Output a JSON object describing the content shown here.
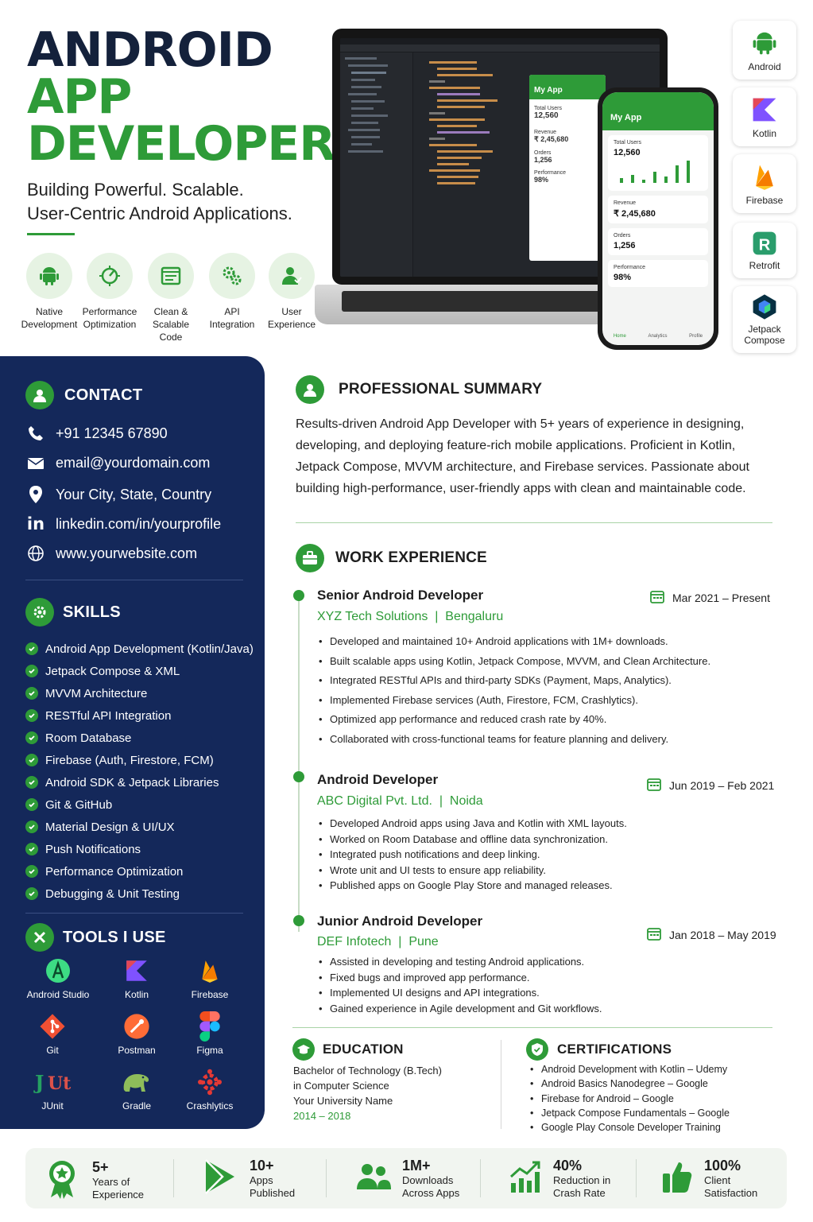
{
  "header": {
    "title_line1": "ANDROID",
    "title_line2": "APP",
    "title_line3": "DEVELOPER",
    "tagline_line1": "Building Powerful. Scalable.",
    "tagline_line2": "User-Centric Android Applications."
  },
  "features": [
    {
      "label1": "Native",
      "label2": "Development",
      "icon": "android-icon"
    },
    {
      "label1": "Performance",
      "label2": "Optimization",
      "icon": "gauge-icon"
    },
    {
      "label1": "Clean & Scalable",
      "label2": "Code",
      "icon": "code-icon"
    },
    {
      "label1": "API",
      "label2": "Integration",
      "icon": "api-icon"
    },
    {
      "label1": "User",
      "label2": "Experience",
      "icon": "user-icon"
    }
  ],
  "phone_app": {
    "title": "My App",
    "total_users_label": "Total Users",
    "total_users": "12,560",
    "revenue_label": "Revenue",
    "revenue": "₹ 2,45,680",
    "orders_label": "Orders",
    "orders": "1,256",
    "performance_label": "Performance",
    "performance": "98%",
    "nav": [
      "Home",
      "Analytics",
      "Profile"
    ]
  },
  "tech_stack": [
    {
      "label": "Android",
      "icon": "android-icon"
    },
    {
      "label": "Kotlin",
      "icon": "kotlin-icon"
    },
    {
      "label": "Firebase",
      "icon": "firebase-icon"
    },
    {
      "label": "Retrofit",
      "icon": "retrofit-icon"
    },
    {
      "label": "Jetpack Compose",
      "icon": "jetpack-compose-icon"
    }
  ],
  "contact": {
    "heading": "CONTACT",
    "phone": "+91 12345 67890",
    "email": "email@yourdomain.com",
    "location": "Your City, State, Country",
    "linkedin": "linkedin.com/in/yourprofile",
    "website": "www.yourwebsite.com"
  },
  "skills": {
    "heading": "SKILLS",
    "items": [
      "Android App Development (Kotlin/Java)",
      "Jetpack Compose & XML",
      "MVVM Architecture",
      "RESTful API Integration",
      "Room Database",
      "Firebase (Auth, Firestore, FCM)",
      "Android SDK & Jetpack Libraries",
      "Git & GitHub",
      "Material Design & UI/UX",
      "Push Notifications",
      "Performance Optimization",
      "Debugging & Unit Testing"
    ]
  },
  "tools": {
    "heading": "TOOLS I USE",
    "items": [
      {
        "label": "Android Studio",
        "icon": "android-studio-icon"
      },
      {
        "label": "Kotlin",
        "icon": "kotlin-icon"
      },
      {
        "label": "Firebase",
        "icon": "firebase-icon"
      },
      {
        "label": "Git",
        "icon": "git-icon"
      },
      {
        "label": "Postman",
        "icon": "postman-icon"
      },
      {
        "label": "Figma",
        "icon": "figma-icon"
      },
      {
        "label": "JUnit",
        "icon": "junit-icon"
      },
      {
        "label": "Gradle",
        "icon": "gradle-icon"
      },
      {
        "label": "Crashlytics",
        "icon": "crashlytics-icon"
      }
    ]
  },
  "summary": {
    "heading": "PROFESSIONAL SUMMARY",
    "lines": [
      "Results-driven Android App Developer with 5+ years of experience in designing,",
      "developing, and deploying feature-rich mobile applications. Proficient in Kotlin,",
      "Jetpack Compose, MVVM architecture, and Firebase services. Passionate about",
      "building high-performance, user-friendly apps with clean and maintainable code."
    ]
  },
  "experience": {
    "heading": "WORK EXPERIENCE",
    "jobs": [
      {
        "title": "Senior Android Developer",
        "company": "XYZ Tech Solutions",
        "city": "Bengaluru",
        "dates": "Mar 2021 – Present",
        "bullets": [
          "Developed and maintained 10+ Android applications with 1M+ downloads.",
          "Built scalable apps using Kotlin, Jetpack Compose, MVVM, and Clean Architecture.",
          "Integrated RESTful APIs and third-party SDKs (Payment, Maps, Analytics).",
          "Implemented Firebase services (Auth, Firestore, FCM, Crashlytics).",
          "Optimized app performance and reduced crash rate by 40%.",
          "Collaborated with cross-functional teams for feature planning and delivery."
        ]
      },
      {
        "title": "Android Developer",
        "company": "ABC Digital Pvt. Ltd.",
        "city": "Noida",
        "dates": "Jun 2019 – Feb 2021",
        "bullets": [
          "Developed Android apps using Java and Kotlin with XML layouts.",
          "Worked on Room Database and offline data synchronization.",
          "Integrated push notifications and deep linking.",
          "Wrote unit and UI tests to ensure app reliability.",
          "Published apps on Google Play Store and managed releases."
        ]
      },
      {
        "title": "Junior Android Developer",
        "company": "DEF Infotech",
        "city": "Pune",
        "dates": "Jan 2018 – May 2019",
        "bullets": [
          "Assisted in developing and testing Android applications.",
          "Fixed bugs and improved app performance.",
          "Implemented UI designs and API integrations.",
          "Gained experience in Agile development and Git workflows."
        ]
      }
    ]
  },
  "education": {
    "heading": "EDUCATION",
    "degree": "Bachelor of Technology (B.Tech)",
    "field": "in Computer Science",
    "university": "Your University Name",
    "years": "2014 – 2018"
  },
  "certifications": {
    "heading": "CERTIFICATIONS",
    "items": [
      "Android Development with Kotlin – Udemy",
      "Android Basics Nanodegree – Google",
      "Firebase for Android – Google",
      "Jetpack Compose Fundamentals – Google",
      "Google Play Console Developer Training"
    ]
  },
  "stats": [
    {
      "value": "5+",
      "line1": "Years of",
      "line2": "Experience",
      "icon": "award-icon"
    },
    {
      "value": "10+",
      "line1": "Apps",
      "line2": "Published",
      "icon": "play-store-icon"
    },
    {
      "value": "1M+",
      "line1": "Downloads",
      "line2": "Across Apps",
      "icon": "users-icon"
    },
    {
      "value": "40%",
      "line1": "Reduction in",
      "line2": "Crash Rate",
      "icon": "growth-chart-icon"
    },
    {
      "value": "100%",
      "line1": "Client",
      "line2": "Satisfaction",
      "icon": "thumbs-up-icon"
    }
  ],
  "colors": {
    "accent_green": "#2e9b38",
    "navy": "#14285a"
  }
}
